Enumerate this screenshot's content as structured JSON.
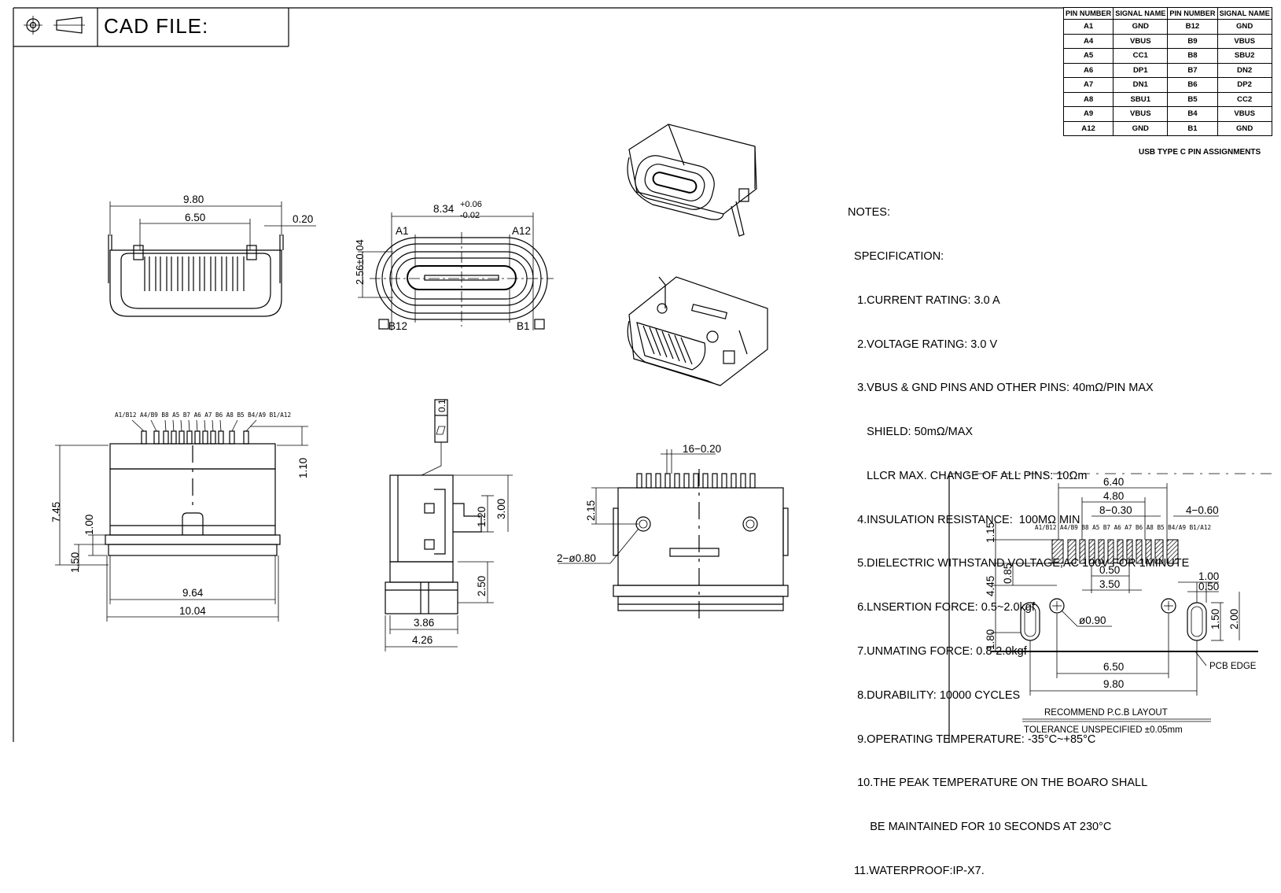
{
  "title_block": {
    "cad_label": "CAD FILE:"
  },
  "pin_table": {
    "headers": [
      "PIN NUMBER",
      "SIGNAL NAME",
      "PIN NUMBER",
      "SIGNAL NAME"
    ],
    "rows": [
      [
        "A1",
        "GND",
        "B12",
        "GND"
      ],
      [
        "A4",
        "VBUS",
        "B9",
        "VBUS"
      ],
      [
        "A5",
        "CC1",
        "B8",
        "SBU2"
      ],
      [
        "A6",
        "DP1",
        "B7",
        "DN2"
      ],
      [
        "A7",
        "DN1",
        "B6",
        "DP2"
      ],
      [
        "A8",
        "SBU1",
        "B5",
        "CC2"
      ],
      [
        "A9",
        "VBUS",
        "B4",
        "VBUS"
      ],
      [
        "A12",
        "GND",
        "B1",
        "GND"
      ]
    ],
    "caption": "USB TYPE C PIN ASSIGNMENTS"
  },
  "notes": [
    "NOTES:",
    "  SPECIFICATION:",
    "   1.CURRENT RATING: 3.0 A",
    "   2.VOLTAGE RATING: 3.0 V",
    "   3.VBUS & GND PINS AND OTHER PINS: 40mΩ/PIN MAX",
    "      SHIELD: 50mΩ/MAX",
    "      LLCR MAX. CHANGE OF ALL PINS: 10Ωm",
    "   4.INSULATION RESISTANCE:  100MΩ MIN",
    "   5.DIELECTRIC WITHSTAND VOLTAGE,AC 100V FOR 1MINUTE",
    "   6.LNSERTION FORCE: 0.5~2.0kgf",
    "   7.UNMATING FORCE: 0.8-2.0kgf",
    "   8.DURABILITY: 10000 CYCLES",
    "   9.OPERATING TEMPERATURE: -35°C~+85°C",
    "   10.THE PEAK TEMPERATURE ON THE BOARO SHALL",
    "       BE MAINTAINED FOR 10 SECONDS AT 230°C",
    "  11.WATERPROOF:IP-X7."
  ],
  "front_view": {
    "dim_980": "9.80",
    "dim_650": "6.50",
    "dim_020": "0.20"
  },
  "mating_view": {
    "dim_height": "2.56±0.04",
    "dim_width_base": "8.34",
    "dim_width_tol_plus": "+0.06",
    "dim_width_tol_minus": "-0.02",
    "label_a1": "A1",
    "label_a12": "A12",
    "label_b12": "B12",
    "label_b1": "B1"
  },
  "side_view": {
    "pin_labels": "A1/B12 A4/B9 B8 A5 B7 A6 A7 B6 A8 B5 B4/A9 B1/A12",
    "dim_745": "7.45",
    "dim_100": "1.00",
    "dim_150": "1.50",
    "dim_110": "1.10",
    "dim_964": "9.64",
    "dim_1004": "10.04"
  },
  "profile_view": {
    "flatness": "0.1",
    "dim_120": "1.20",
    "dim_300": "3.00",
    "dim_250": "2.50",
    "dim_386": "3.86",
    "dim_426": "4.26"
  },
  "top_view": {
    "dim_pitch": "16−0.20",
    "dim_215": "2.15",
    "dim_holes": "2−ø0.80"
  },
  "pcb_layout": {
    "dim_640": "6.40",
    "dim_480": "4.80",
    "dim_8x030": "8−0.30",
    "dim_4x060": "4−0.60",
    "dim_115": "1.15",
    "dim_445": "4.45",
    "dim_085": "0.85",
    "dim_050a": "0.50",
    "dim_350": "3.50",
    "dim_100": "1.00",
    "dim_050b": "0.50",
    "dim_090": "ø0.90",
    "dim_150": "1.50",
    "dim_200": "2.00",
    "dim_180": "1.80",
    "dim_650": "6.50",
    "dim_980": "9.80",
    "pcb_edge": "PCB EDGE",
    "pin_labels": "A1/B12 A4/B9 B8 A5 B7 A6 A7 B6 A8 B5 B4/A9 B1/A12",
    "title": "RECOMMEND P.C.B LAYOUT",
    "tolerance": "TOLERANCE UNSPECIFIED ±0.05mm"
  }
}
